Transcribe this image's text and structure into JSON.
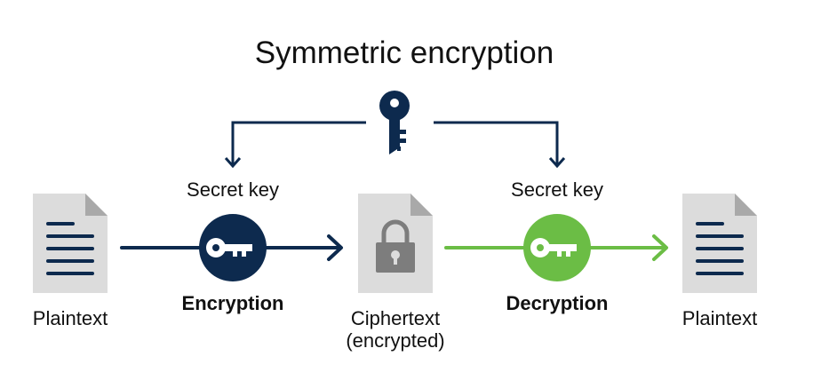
{
  "title": "Symmetric encryption",
  "colors": {
    "navy": "#0d2a4e",
    "green": "#6bbd45",
    "doc_gray": "#dcdcdc",
    "doc_fold": "#a9a9a9",
    "lock_gray": "#7d7d7d"
  },
  "key_labels": {
    "encrypt": "Secret key",
    "decrypt": "Secret key"
  },
  "steps": {
    "encrypt": "Encryption",
    "decrypt": "Decryption"
  },
  "documents": {
    "plaintext_input": "Plaintext",
    "ciphertext": {
      "line1": "Ciphertext",
      "line2": "(encrypted)"
    },
    "plaintext_output": "Plaintext"
  },
  "icons": {
    "shared_key": "key-icon",
    "encrypt_key": "key-circle-icon",
    "decrypt_key": "key-circle-icon",
    "lock": "padlock-icon",
    "document": "document-icon"
  }
}
